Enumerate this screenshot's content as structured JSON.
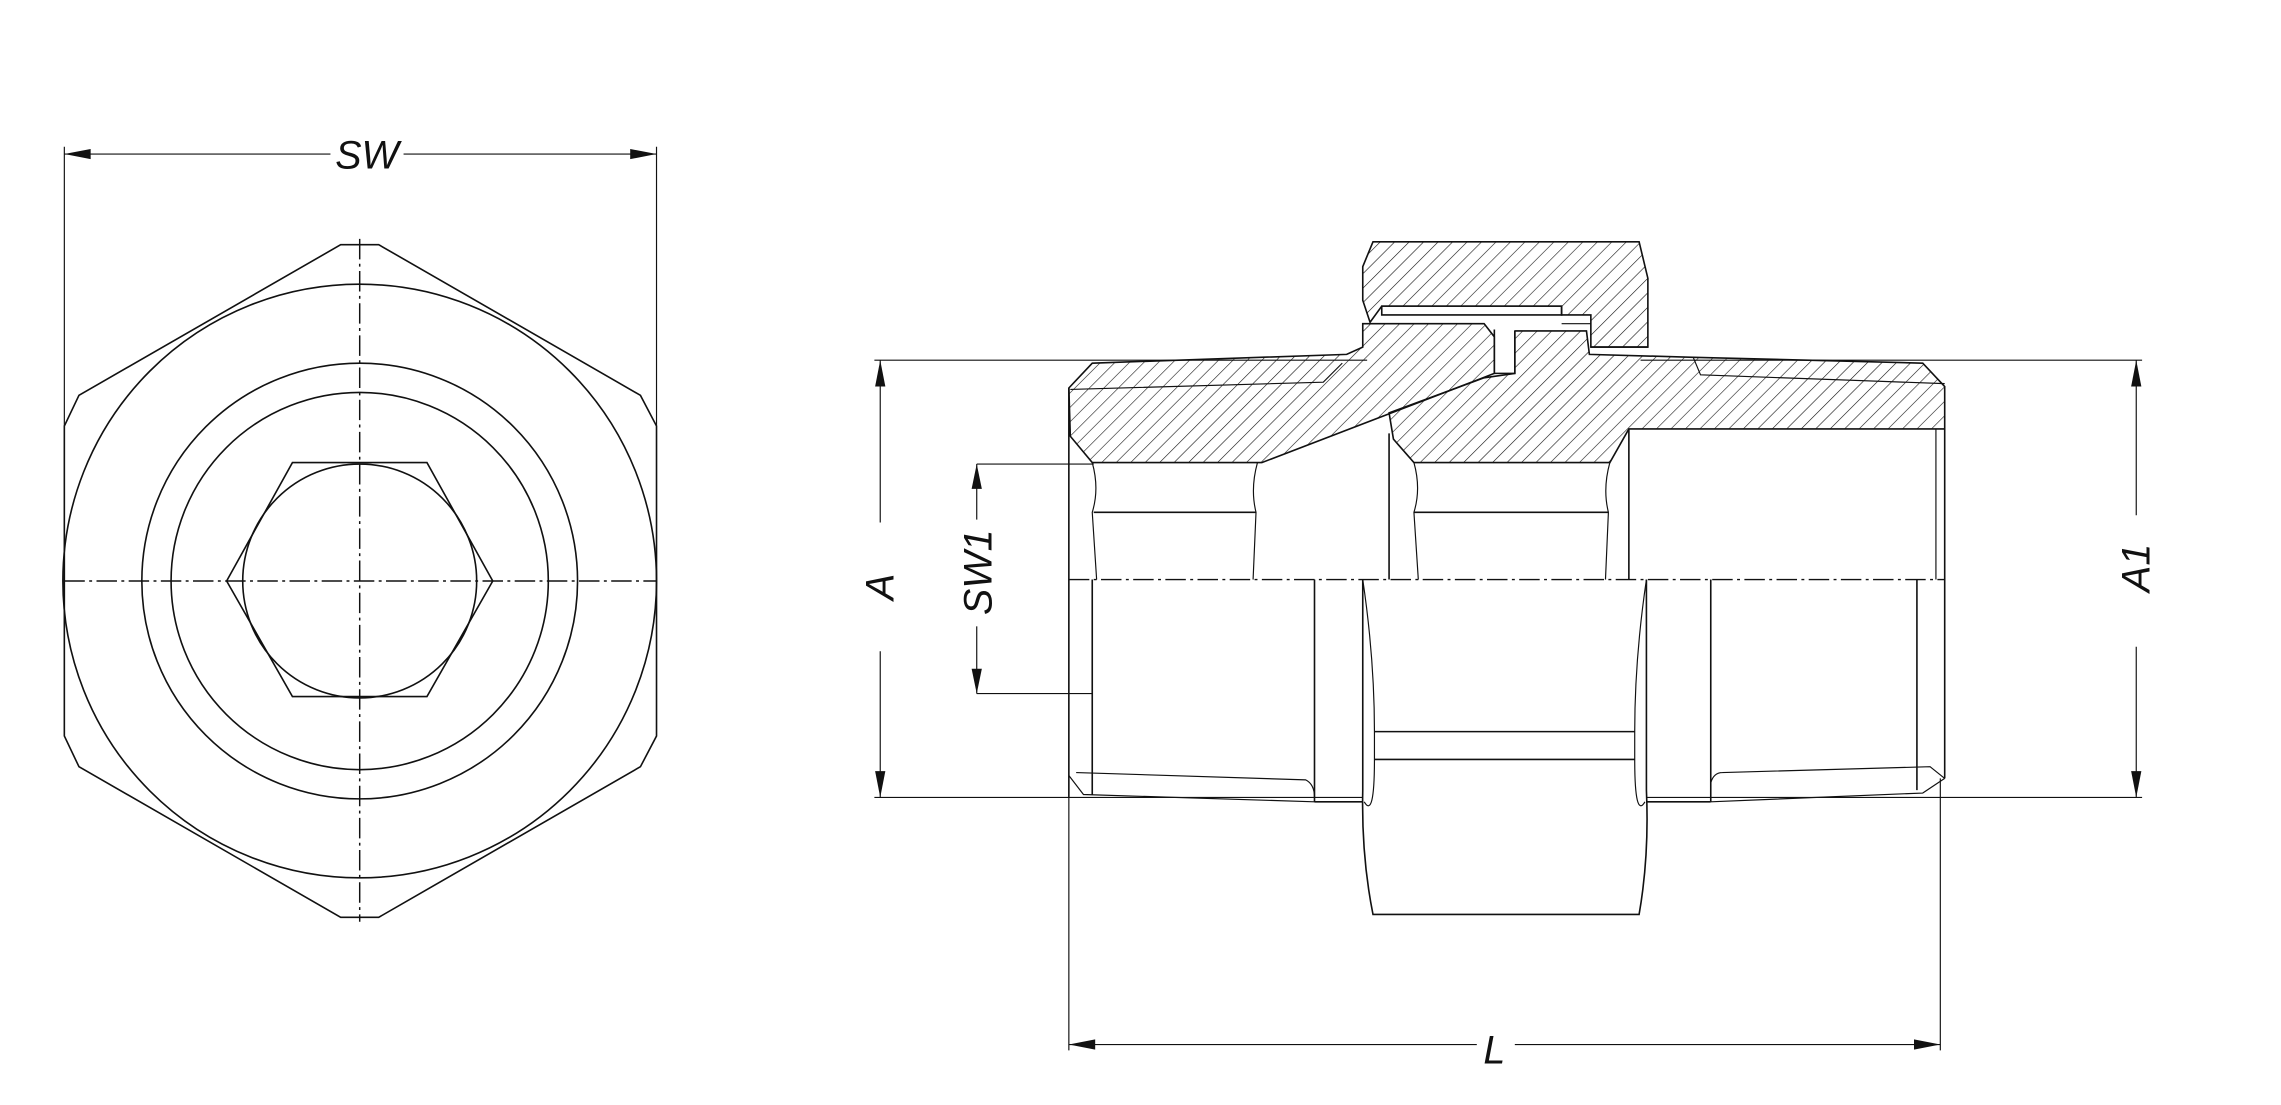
{
  "drawing": {
    "front_view": {
      "dimension_label": "SW"
    },
    "section_view": {
      "dimension_labels": {
        "a": "A",
        "sw1": "SW1",
        "a1": "A1",
        "l": "L"
      }
    }
  },
  "colors": {
    "line": "#111111",
    "background": "#ffffff"
  }
}
